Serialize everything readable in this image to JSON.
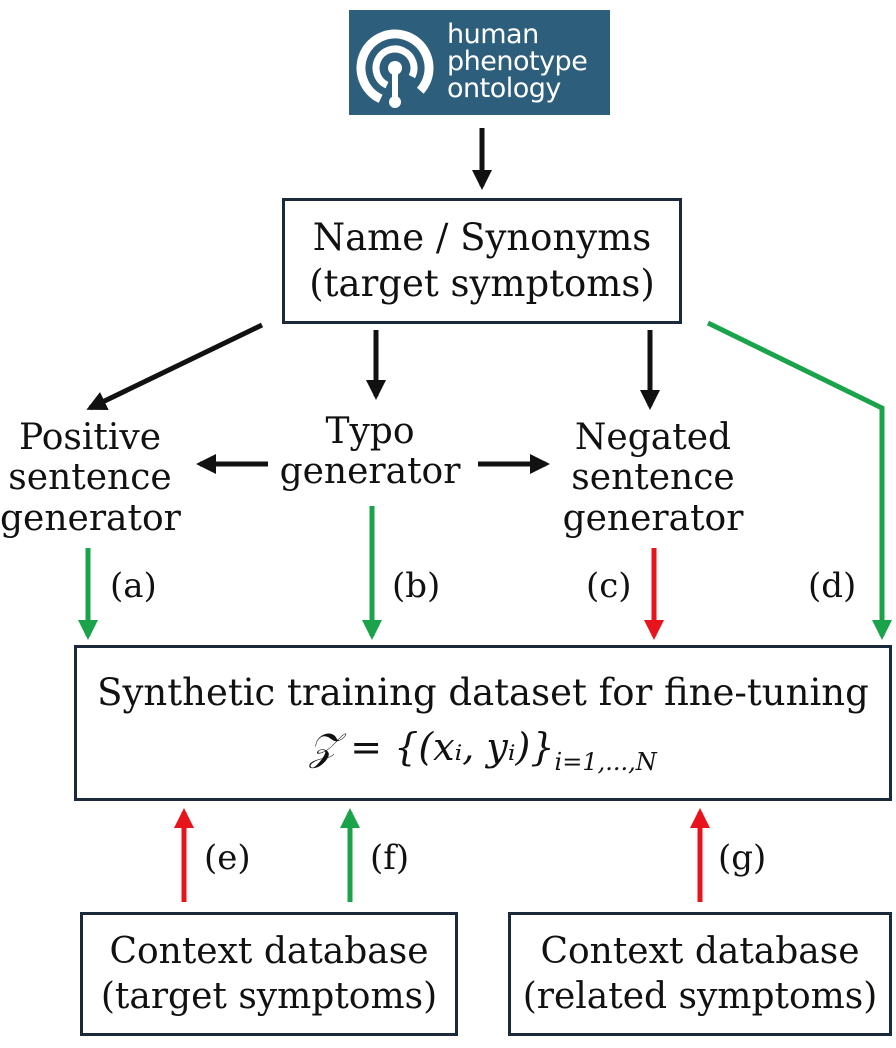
{
  "logo": {
    "lines": [
      "human",
      "phenotype",
      "ontology"
    ]
  },
  "nodes": {
    "name_synonyms": {
      "line1": "Name / Synonyms",
      "line2": "(target symptoms)"
    },
    "positive": {
      "line1": "Positive",
      "line2": "sentence",
      "line3": "generator"
    },
    "typo": {
      "line1": "Typo",
      "line2": "generator"
    },
    "negated": {
      "line1": "Negated",
      "line2": "sentence",
      "line3": "generator"
    },
    "dataset": {
      "line1": "Synthetic training dataset for fine-tuning",
      "formula_main": "𝒵 = {(xᵢ, yᵢ)}",
      "formula_sub": "i=1,...,N"
    },
    "context_target": {
      "line1": "Context database",
      "line2": "(target symptoms)"
    },
    "context_related": {
      "line1": "Context database",
      "line2": "(related symptoms)"
    }
  },
  "edge_labels": {
    "a": "(a)",
    "b": "(b)",
    "c": "(c)",
    "d": "(d)",
    "e": "(e)",
    "f": "(f)",
    "g": "(g)"
  },
  "colors": {
    "black": "#111111",
    "green": "#1aa34a",
    "red": "#e8141c",
    "logo_bg": "#2d5f7c"
  }
}
